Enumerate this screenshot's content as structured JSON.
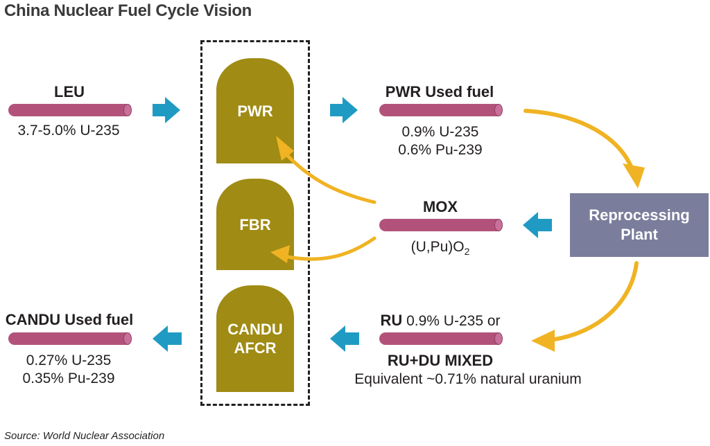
{
  "title": "China Nuclear Fuel Cycle Vision",
  "source": "Source: World Nuclear Association",
  "colors": {
    "rod": "#b2527a",
    "reactor": "#a08b14",
    "plant": "#7b7d9c",
    "blue_arrow": "#1f9bc3",
    "gold_arrow": "#f0b323"
  },
  "icons": [
    "arrow-right-icon",
    "arrow-left-icon",
    "curved-arrow-icon",
    "fuel-rod-icon"
  ],
  "leu": {
    "label": "LEU",
    "spec": "3.7-5.0% U-235"
  },
  "pwr_used": {
    "label": "PWR Used fuel",
    "spec1": "0.9% U-235",
    "spec2": "0.6% Pu-239"
  },
  "reactors": {
    "pwr": "PWR",
    "fbr": "FBR",
    "candu_line1": "CANDU",
    "candu_line2": "AFCR"
  },
  "plant": {
    "line1": "Reprocessing",
    "line2": "Plant"
  },
  "mox": {
    "label": "MOX",
    "formula_main": "(U,Pu)O",
    "formula_sub": "2"
  },
  "ru": {
    "label_bold": "RU",
    "label_rest": " 0.9% U-235 or",
    "mixed": "RU+DU MIXED",
    "equivalent": "Equivalent ~0.71% natural uranium"
  },
  "candu_used": {
    "label": "CANDU Used fuel",
    "spec1": "0.27% U-235",
    "spec2": "0.35% Pu-239"
  }
}
